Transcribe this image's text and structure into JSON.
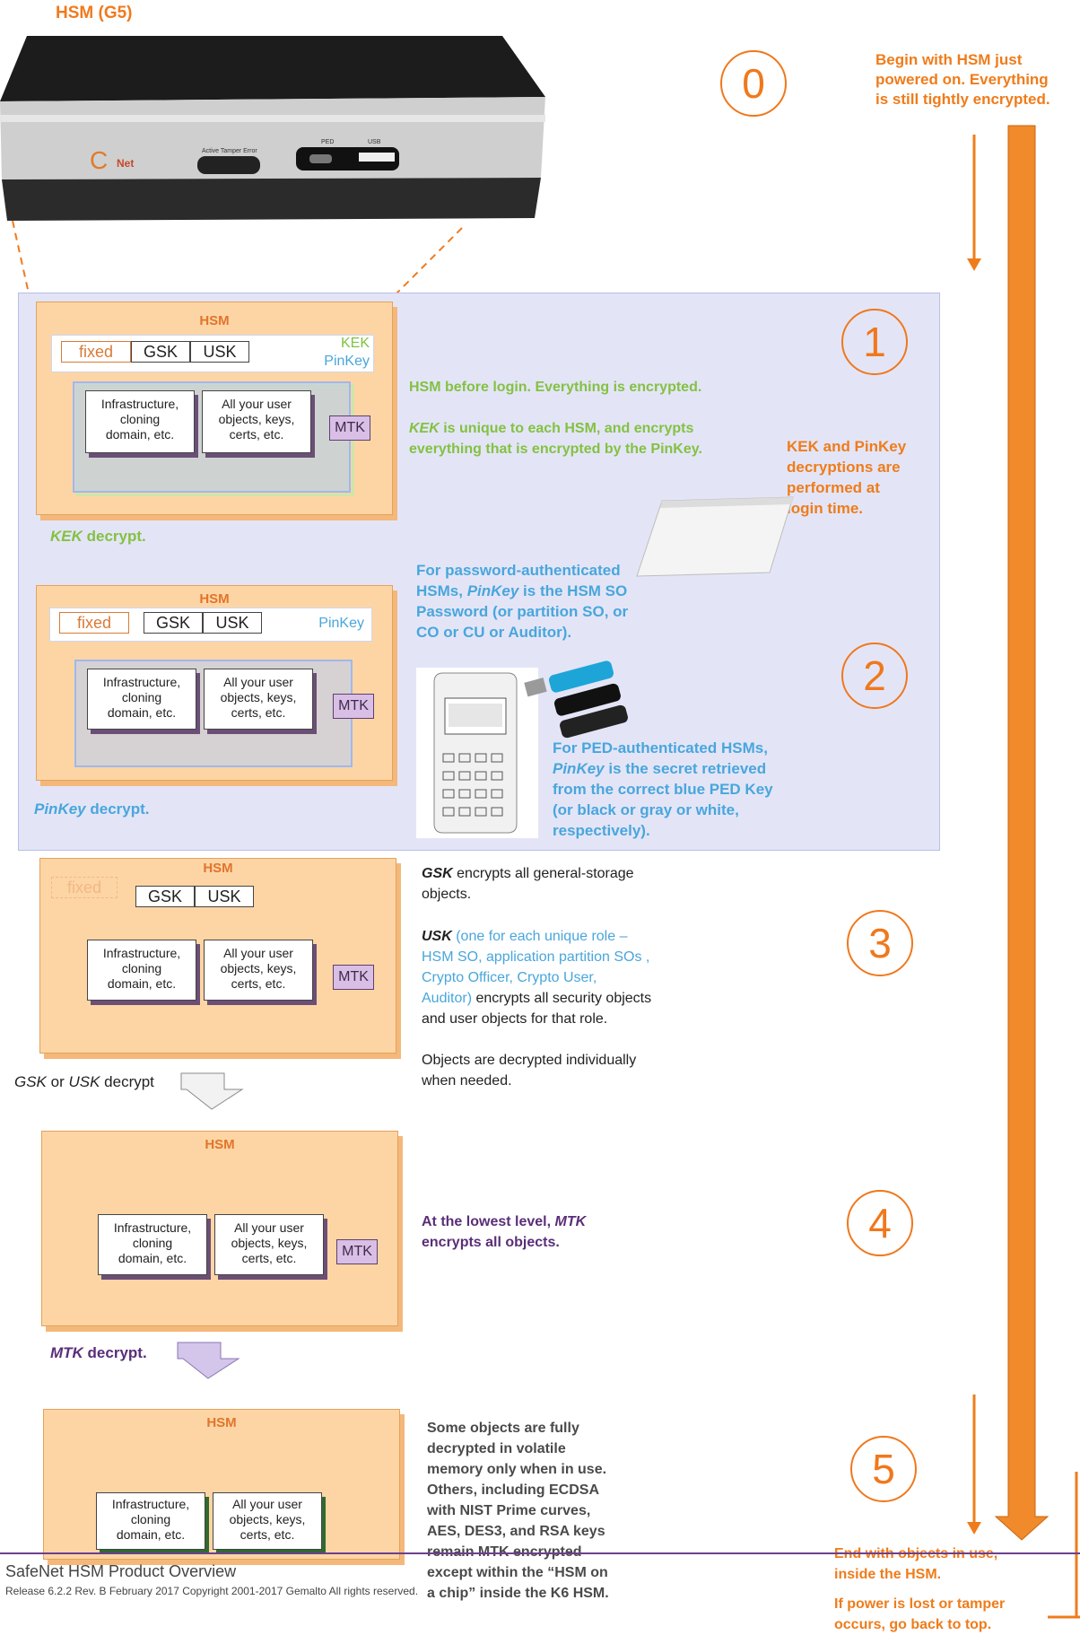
{
  "header_title": "HSM (G5)",
  "device": {
    "brand": "Net",
    "panel_label": "Active Tamper Error",
    "port_labels": [
      "PED",
      "USB"
    ]
  },
  "box_title": "HSM",
  "keys": {
    "fixed": "fixed",
    "gsk": "GSK",
    "usk": "USK",
    "kek": "KEK",
    "pinkey": "PinKey"
  },
  "objects": {
    "infra": [
      "Infrastructure,",
      "cloning",
      "domain, etc."
    ],
    "user": [
      "All your user",
      "objects, keys,",
      "certs, etc."
    ],
    "mtk": "MTK"
  },
  "steps": [
    "0",
    "1",
    "2",
    "3",
    "4",
    "5"
  ],
  "arrow_labels": {
    "kek": {
      "italic": "KEK",
      "rest": " decrypt."
    },
    "pinkey": {
      "italic": "PinKey",
      "rest": " decrypt."
    },
    "gsk": {
      "italic1": "GSK",
      "mid": " or ",
      "italic2": "USK",
      "rest": " decrypt"
    },
    "mtk": {
      "italic": "MTK",
      "rest": " decrypt."
    }
  },
  "text": {
    "begin": [
      "Begin with HSM just",
      "powered on. Everything",
      "is still tightly encrypted."
    ],
    "s1_line": "HSM before login. Everything is encrypted.",
    "s1_kek": {
      "italic": "KEK",
      "rest": " is unique to each HSM, and encrypts",
      "line2": "everything that is encrypted by the PinKey."
    },
    "kek_pinkey": [
      "KEK and PinKey",
      "decryptions are",
      "performed at",
      "login time."
    ],
    "password": {
      "l1": "For password-authenticated",
      "l2a": "HSMs, ",
      "l2i": "PinKey",
      "l2b": " is the HSM SO",
      "l3": "Password (or partition SO, or",
      "l4": "CO or CU or Auditor)."
    },
    "ped": {
      "l1": "For PED-authenticated HSMs,",
      "l2i": "PinKey",
      "l2b": " is the secret retrieved",
      "l3": "from the correct blue PED Key",
      "l4": "(or black or gray or white,",
      "l5": "respectively)."
    },
    "gsk_desc": {
      "bold": "GSK",
      "rest": " encrypts all general-storage",
      "line2": "objects."
    },
    "usk_desc": {
      "bold": "USK",
      "l1": " (one for each unique  role –",
      "l2": "HSM SO, application partition SOs ,",
      "l3": "Crypto Officer, Crypto User,",
      "l4a": "Auditor)",
      "l4b": " encrypts all security objects",
      "l5": "and user objects for that role."
    },
    "individually": [
      "Objects are decrypted individually",
      "when needed."
    ],
    "mtk_desc": {
      "l1a": "At the lowest level, ",
      "l1i": "MTK",
      "l2": "encrypts all objects."
    },
    "s5_desc": [
      "Some objects are fully",
      "decrypted in volatile",
      "memory only when in use.",
      "Others, including ECDSA",
      "with NIST Prime curves,",
      "AES, DES3, and RSA keys",
      "remain MTK encrypted",
      "except within the “HSM on",
      "a chip” inside the K6 HSM."
    ],
    "end": [
      "End with objects  in use,",
      "inside the HSM."
    ],
    "power": [
      "If power is lost or tamper",
      "occurs, go back to top."
    ]
  },
  "footer": {
    "title": "SafeNet HSM Product Overview",
    "release": "Release 6.2.2 Rev. B February 2017 Copyright 2001-2017 Gemalto  All rights reserved."
  },
  "colors": {
    "orange": "#ef7c1b",
    "green": "#84c142",
    "blue": "#49a6dc",
    "purple": "#5a2e78",
    "hsm_fill": "#fdd5a4"
  }
}
